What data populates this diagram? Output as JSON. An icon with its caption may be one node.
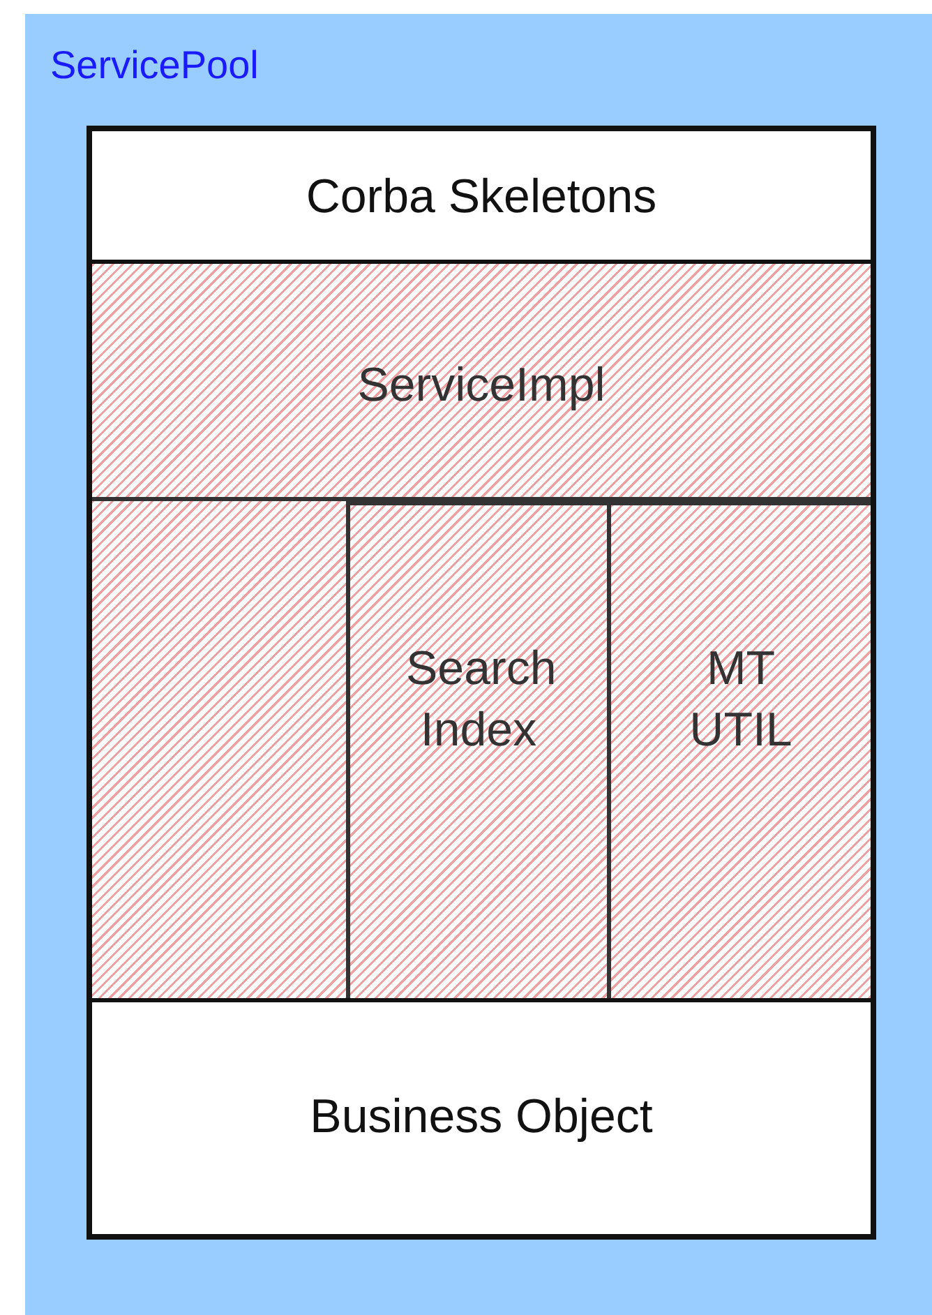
{
  "diagram": {
    "nodes": [
      {
        "text": [
          "ServicePool"
        ]
      },
      {
        "text": [],
        "shape": "box",
        "in": 0
      },
      {
        "text": [
          "Corba Skeletons"
        ],
        "in": 1
      },
      {
        "text": [
          "ServiceImpl"
        ],
        "in": 1
      },
      {
        "text": [
          "Search Index"
        ],
        "in": 3
      },
      {
        "text": [
          "MT UTIL"
        ],
        "in": 3
      },
      {
        "text": [
          "Business Object"
        ],
        "in": 1
      }
    ]
  }
}
